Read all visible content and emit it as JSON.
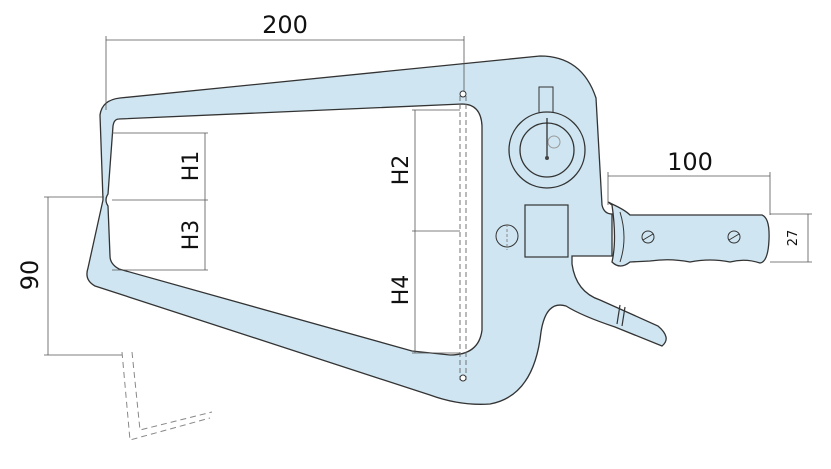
{
  "title": "Caliper gauge dimensional drawing",
  "colors": {
    "body_fill": "#cfe6f2",
    "outline": "#333333"
  },
  "dimensions": {
    "overall_length": "200",
    "handle_length": "100",
    "handle_width": "27",
    "tip_height": "90"
  },
  "measure_labels": {
    "h1": "H1",
    "h2": "H2",
    "h3": "H3",
    "h4": "H4"
  }
}
